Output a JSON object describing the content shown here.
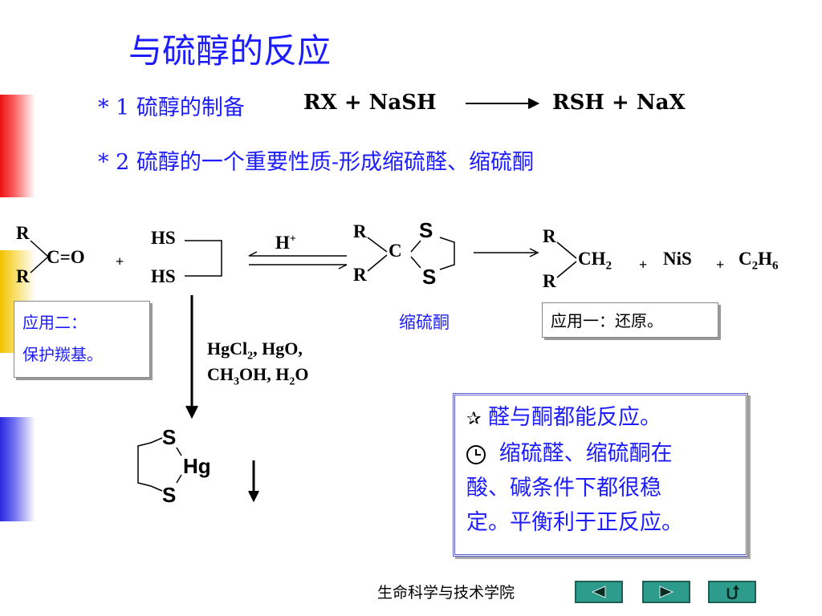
{
  "title": "与硫醇的反应",
  "section1": {
    "label": "* 1 硫醇的制备",
    "reactants": "RX  +  NaSH",
    "products": "RSH  +  NaX"
  },
  "section2": {
    "label": "* 2 硫醇的一个重要性质-形成缩硫醛、缩硫酮"
  },
  "scheme": {
    "r": "R",
    "carbonyl": "C=O",
    "plus": "+",
    "hs": "HS",
    "catalyst": "H",
    "catalyst_sup": "+",
    "c": "C",
    "s": "S",
    "hg": "Hg",
    "ch": "CH",
    "ch_sub": "2",
    "nis": "NiS",
    "c2": "C",
    "c2_sub": "2",
    "h6": "H",
    "h6_sub": "6",
    "ketal_name": "缩硫酮",
    "reagent_line1_a": "HgCl",
    "reagent_line1_sub": "2",
    "reagent_line1_b": ", HgO,",
    "reagent_line2_a": "CH",
    "reagent_line2_sub1": "3",
    "reagent_line2_b": "OH, H",
    "reagent_line2_sub2": "2",
    "reagent_line2_c": "O"
  },
  "app2": {
    "line1": "应用二：",
    "line2": "保护羰基。"
  },
  "app1": {
    "text": "应用一：还原。"
  },
  "note": {
    "bullet1": "✰",
    "line1": "醛与酮都能反应。",
    "bullet2": "🕐",
    "line2a": "缩硫醛、缩硫酮在",
    "line2b": "酸、碱条件下都很稳",
    "line2c": "定。平衡利于正反应。"
  },
  "footer": {
    "institute": "生命科学与技术学院"
  },
  "nav": {
    "prev_icon": "left-triangle-icon",
    "next_icon": "right-triangle-icon",
    "return_icon": "return-arrow-icon"
  }
}
